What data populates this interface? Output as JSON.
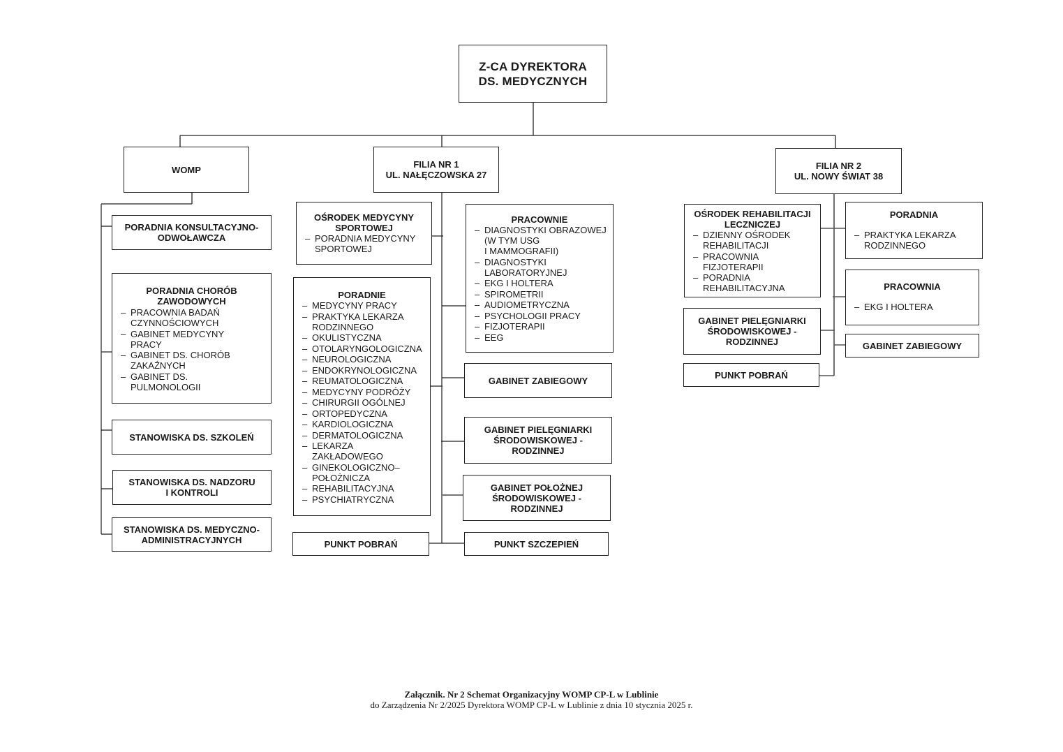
{
  "root": {
    "title": "Z-CA DYREKTORA\nDS. MEDYCZNYCH"
  },
  "womp": {
    "title": "WOMP",
    "units": [
      {
        "title": "PORADNIA KONSULTACYJNO-\nODWOŁAWCZA"
      },
      {
        "title": "PORADNIA CHORÓB\nZAWODOWYCH",
        "items": [
          "PRACOWNIA BADAŃ\nCZYNNOŚCIOWYCH",
          "GABINET MEDYCYNY\nPRACY",
          "GABINET DS. CHORÓB\nZAKAŹNYCH",
          "GABINET DS.\nPULMONOLOGII"
        ]
      },
      {
        "title": "STANOWISKA DS. SZKOLEŃ"
      },
      {
        "title": "STANOWISKA DS. NADZORU\nI KONTROLI"
      },
      {
        "title": "STANOWISKA DS. MEDYCZNO-\nADMINISTRACYJNYCH"
      }
    ]
  },
  "filia1": {
    "title": "FILIA NR 1\nUL. NAŁĘCZOWSKA  27",
    "left": [
      {
        "title": "OŚRODEK MEDYCYNY\nSPORTOWEJ",
        "items": [
          "PORADNIA MEDYCYNY\nSPORTOWEJ"
        ]
      },
      {
        "title": "PORADNIE",
        "items": [
          "MEDYCYNY PRACY",
          "PRAKTYKA LEKARZA\nRODZINNEGO",
          "OKULISTYCZNA",
          "OTOLARYNGOLOGICZNA",
          "NEUROLOGICZNA",
          "ENDOKRYNOLOGICZNA",
          "REUMATOLOGICZNA",
          "MEDYCYNY PODRÓŻY",
          "CHIRURGII OGÓLNEJ",
          "ORTOPEDYCZNA",
          "KARDIOLOGICZNA",
          "DERMATOLOGICZNA",
          "LEKARZA\nZAKŁADOWEGO",
          "GINEKOLOGICZNO–\nPOŁOŻNICZA",
          "REHABILITACYJNA",
          "PSYCHIATRYCZNA"
        ]
      },
      {
        "title": "PUNKT POBRAŃ"
      }
    ],
    "right": [
      {
        "title": "PRACOWNIE",
        "items": [
          "DIAGNOSTYKI OBRAZOWEJ\n(W TYM USG\nI MAMMOGRAFII)",
          "DIAGNOSTYKI\nLABORATORYJNEJ",
          "EKG I HOLTERA",
          "SPIROMETRII",
          "AUDIOMETRYCZNA",
          "PSYCHOLOGII PRACY",
          "FIZJOTERAPII",
          "EEG"
        ]
      },
      {
        "title": "GABINET ZABIEGOWY"
      },
      {
        "title": "GABINET PIELĘGNIARKI\nŚRODOWISKOWEJ -\nRODZINNEJ"
      },
      {
        "title": "GABINET POŁOŻNEJ\nŚRODOWISKOWEJ -\nRODZINNEJ"
      },
      {
        "title": "PUNKT SZCZEPIEŃ"
      }
    ]
  },
  "filia2": {
    "title": "FILIA NR 2\nUL. NOWY ŚWIAT 38",
    "left": [
      {
        "title": "OŚRODEK REHABILITACJI\nLECZNICZEJ",
        "items": [
          "DZIENNY OŚRODEK\nREHABILITACJI",
          "PRACOWNIA\nFIZJOTERAPII",
          "PORADNIA\nREHABILITACYJNA"
        ]
      },
      {
        "title": "GABINET PIELĘGNIARKI\nŚRODOWISKOWEJ -\nRODZINNEJ"
      },
      {
        "title": "PUNKT POBRAŃ"
      }
    ],
    "right": [
      {
        "title": "PORADNIA",
        "items": [
          "PRAKTYKA LEKARZA\nRODZINNEGO"
        ]
      },
      {
        "title": "PRACOWNIA",
        "items": [
          "EKG I HOLTERA"
        ]
      },
      {
        "title": "GABINET ZABIEGOWY"
      }
    ]
  },
  "caption": {
    "line1": "Załącznik. Nr 2 Schemat Organizacyjny WOMP CP-L w Lublinie",
    "line2": "do Zarządzenia Nr 2/2025 Dyrektora WOMP CP-L w Lublinie z dnia 10 stycznia 2025 r."
  }
}
